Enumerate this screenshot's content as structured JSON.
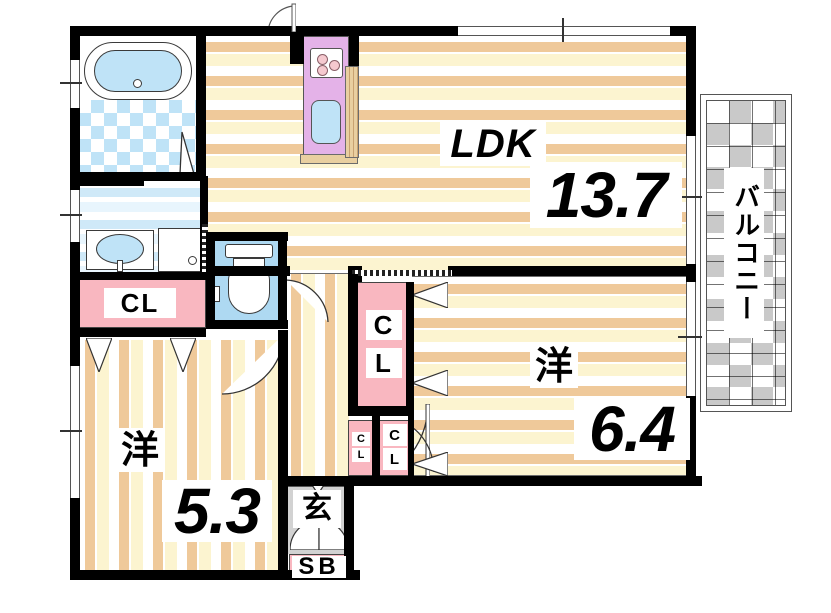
{
  "plan": {
    "title": "Japanese apartment floor plan 2LDK",
    "rooms": [
      {
        "id": "ldk",
        "label": "LDK",
        "area": "13.7",
        "type": "living-dining-kitchen"
      },
      {
        "id": "washitsu64",
        "label": "洋",
        "area": "6.4",
        "type": "western-room"
      },
      {
        "id": "washitsu53",
        "label": "洋",
        "area": "5.3",
        "type": "western-room"
      }
    ],
    "labels": {
      "ldk": "LDK",
      "ldk_area": "13.7",
      "room_west": "洋",
      "room64_area": "6.4",
      "room53_area": "5.3",
      "balcony": "バルコニー",
      "genkan": "玄",
      "shoebox": "SB",
      "closet": "CL",
      "closet_c": "C",
      "closet_l": "L"
    },
    "closets": [
      {
        "id": "cl-hall",
        "label": "CL"
      },
      {
        "id": "cl-room64",
        "label": "CL"
      },
      {
        "id": "cl-room64-lower",
        "label": "CL"
      },
      {
        "id": "cl-small",
        "label": "CL"
      }
    ],
    "fixtures": [
      {
        "name": "bathtub",
        "room": "bathroom"
      },
      {
        "name": "vanity-sink",
        "room": "washroom"
      },
      {
        "name": "washing-machine",
        "room": "washroom"
      },
      {
        "name": "toilet",
        "room": "wc"
      },
      {
        "name": "kitchen-stove",
        "room": "ldk",
        "burners": 3
      },
      {
        "name": "kitchen-sink",
        "room": "ldk"
      }
    ],
    "colors": {
      "wall": "#000000",
      "floor_tan": "#efc99a",
      "floor_cream": "#fcf4d0",
      "closet_pink": "#f9b7c0",
      "water_blue": "#bfe3f7",
      "kitchen_purple": "#e4b2e8",
      "balcony_gray": "#c9c9c9",
      "genkan_gray": "#d2d2d2"
    }
  }
}
